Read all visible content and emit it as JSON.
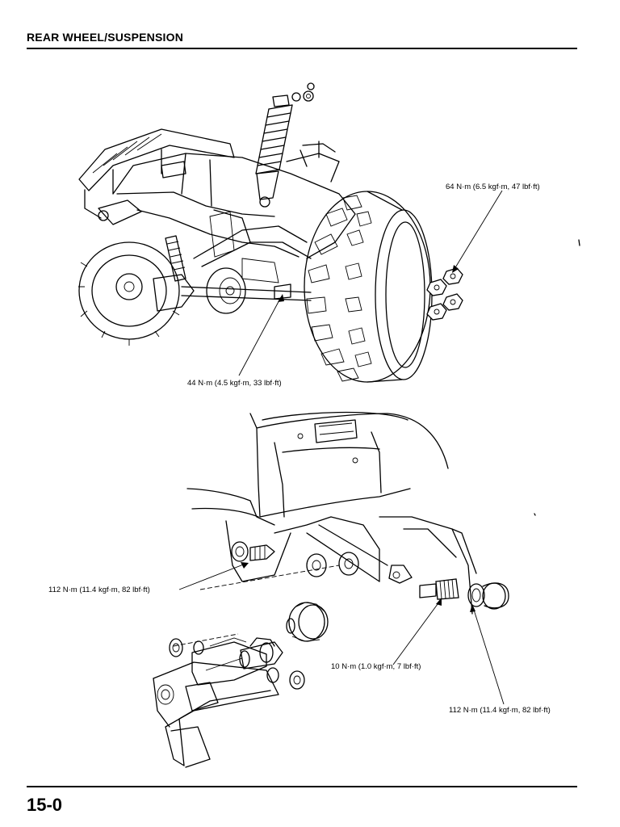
{
  "header": {
    "title": "REAR WHEEL/SUSPENSION"
  },
  "footer": {
    "page_number": "15-0"
  },
  "callouts": {
    "wheel_nut_torque": "64 N·m (6.5 kgf·m, 47 lbf·ft)",
    "shock_bolt_torque": "44 N·m (4.5 kgf·m, 33 lbf·ft)",
    "pivot_bolt_left_torque": "112 N·m (11.4 kgf·m, 82 lbf·ft)",
    "pivot_bolt_small_torque": "10 N·m (1.0 kgf·m, 7 lbf·ft)",
    "pivot_locknut_right_torque": "112 N·m (11.4 kgf·m, 82 lbf·ft)"
  }
}
